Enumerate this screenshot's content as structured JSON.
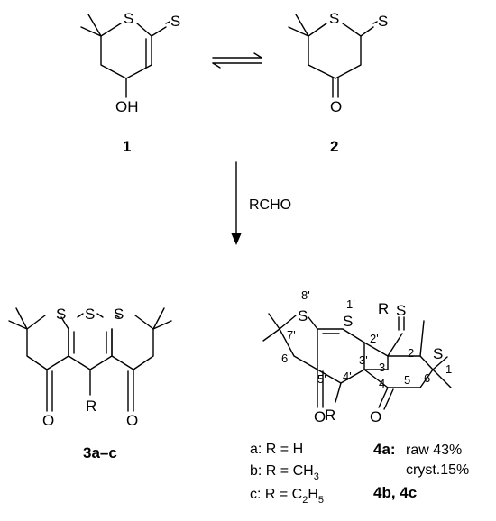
{
  "compounds": {
    "c1": {
      "label": "1",
      "atoms": {
        "s_ring": "S",
        "s_thione": "S",
        "oh": "OH"
      }
    },
    "c2": {
      "label": "2",
      "atoms": {
        "s_ring": "S",
        "s_thione": "S",
        "o": "O"
      }
    },
    "c3": {
      "label": "3a–c",
      "atoms": {
        "s1": "S",
        "s2": "S",
        "s3": "S",
        "o1": "O",
        "o2": "O",
        "r": "R"
      }
    },
    "c4": {
      "label": "4a:",
      "atoms": {
        "s8": "S",
        "s1p": "S",
        "s1": "S",
        "s_thione": "S",
        "o5": "O",
        "o4": "O",
        "r_top": "R",
        "r_bottom": "R"
      },
      "locants": [
        "8'",
        "1'",
        "7'",
        "2'",
        "2",
        "1",
        "6'",
        "5'",
        "4'",
        "3'",
        "3",
        "6",
        "4",
        "5"
      ]
    }
  },
  "reagent": "RCHO",
  "variants": {
    "a": "a: R = H",
    "b_prefix": "b: R = CH",
    "b_sub": "3",
    "c_prefix": "c: R = C",
    "c_sub1": "2",
    "c_mid": "H",
    "c_sub2": "5"
  },
  "yields": {
    "raw": "raw 43%",
    "cryst": "cryst.15%",
    "others": "4b, 4c"
  }
}
